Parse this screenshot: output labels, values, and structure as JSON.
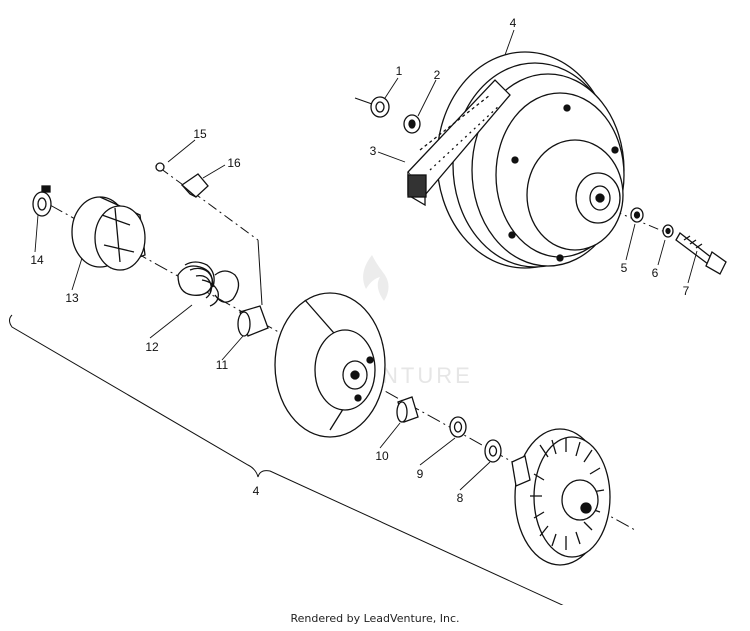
{
  "diagram": {
    "callouts": [
      {
        "id": "c1",
        "text": "1"
      },
      {
        "id": "c2",
        "text": "2"
      },
      {
        "id": "c3",
        "text": "3"
      },
      {
        "id": "c4a",
        "text": "4"
      },
      {
        "id": "c5",
        "text": "5"
      },
      {
        "id": "c6",
        "text": "6"
      },
      {
        "id": "c7",
        "text": "7"
      },
      {
        "id": "c15",
        "text": "15"
      },
      {
        "id": "c16",
        "text": "16"
      },
      {
        "id": "c14",
        "text": "14"
      },
      {
        "id": "c13",
        "text": "13"
      },
      {
        "id": "c12",
        "text": "12"
      },
      {
        "id": "c11",
        "text": "11"
      },
      {
        "id": "c10",
        "text": "10"
      },
      {
        "id": "c9",
        "text": "9"
      },
      {
        "id": "c8",
        "text": "8"
      },
      {
        "id": "c4b",
        "text": "4"
      }
    ],
    "watermark": "LEADVENTURE"
  },
  "footer": {
    "credit": "Rendered by LeadVenture, Inc."
  }
}
